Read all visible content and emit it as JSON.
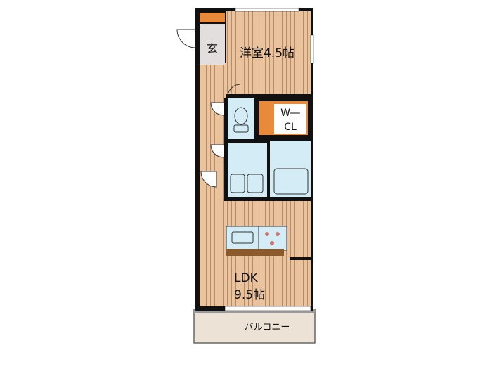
{
  "rooms": {
    "entrance": "玄",
    "western_room": "洋室4.5帖",
    "walk_in_closet_line1": "W―",
    "walk_in_closet_line2": "CL",
    "ldk_line1": "LDK",
    "ldk_line2": "9.5帖",
    "balcony": "バルコニー"
  },
  "colors": {
    "floor_wood": "#e8c39e",
    "floor_stripe": "#b98c66",
    "wall": "#111111",
    "wet_area": "#d4ecf6",
    "closet": "#e98a3a",
    "kitchen_counter": "#8a5a2b",
    "balcony": "#ece3d6",
    "entrance_floor": "#e2dede"
  }
}
